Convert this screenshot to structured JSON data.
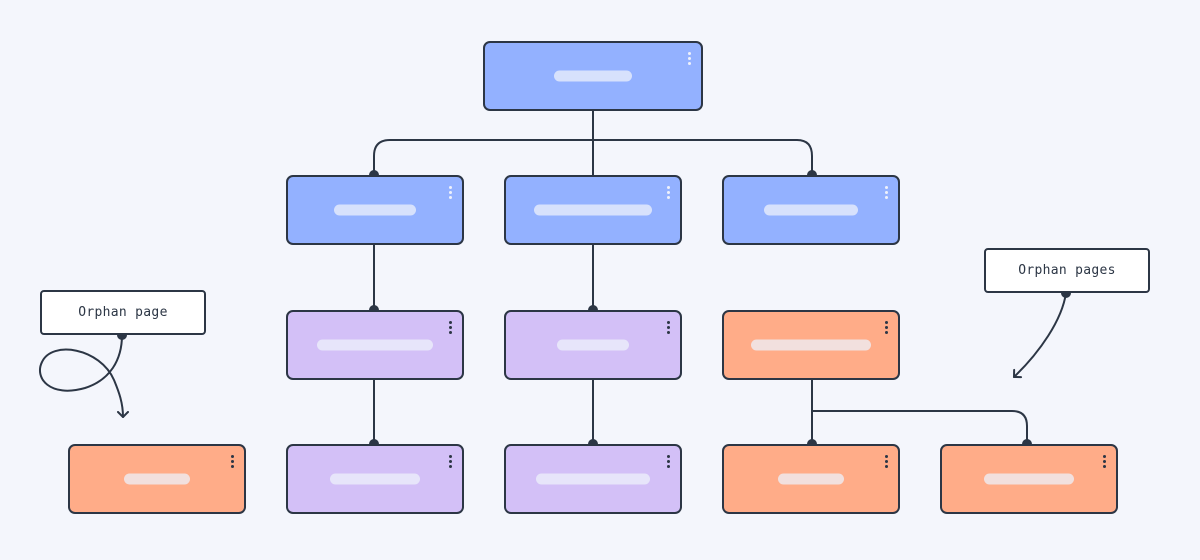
{
  "diagram": {
    "callouts": [
      {
        "id": "orphan-page-label",
        "text": "Orphan page"
      },
      {
        "id": "orphan-pages-label",
        "text": "Orphan pages"
      }
    ]
  },
  "colors": {
    "background": "#f4f6fc",
    "stroke": "#2c3645",
    "blue_node": "#93b1ff",
    "purple_node": "#d3c0f7",
    "orange_node": "#ffac88",
    "placeholder_bar": "#eef1fb"
  },
  "nodes": [
    {
      "id": "root",
      "color": "blue"
    },
    {
      "id": "level1-left",
      "color": "blue"
    },
    {
      "id": "level1-center",
      "color": "blue"
    },
    {
      "id": "level1-right",
      "color": "blue"
    },
    {
      "id": "level2-left",
      "color": "purple"
    },
    {
      "id": "level2-center",
      "color": "purple"
    },
    {
      "id": "level2-right-orphan",
      "color": "orange"
    },
    {
      "id": "level3-orphan-far-left",
      "color": "orange"
    },
    {
      "id": "level3-left",
      "color": "purple"
    },
    {
      "id": "level3-center",
      "color": "purple"
    },
    {
      "id": "level3-right-orphan-1",
      "color": "orange"
    },
    {
      "id": "level3-right-orphan-2",
      "color": "orange"
    }
  ]
}
